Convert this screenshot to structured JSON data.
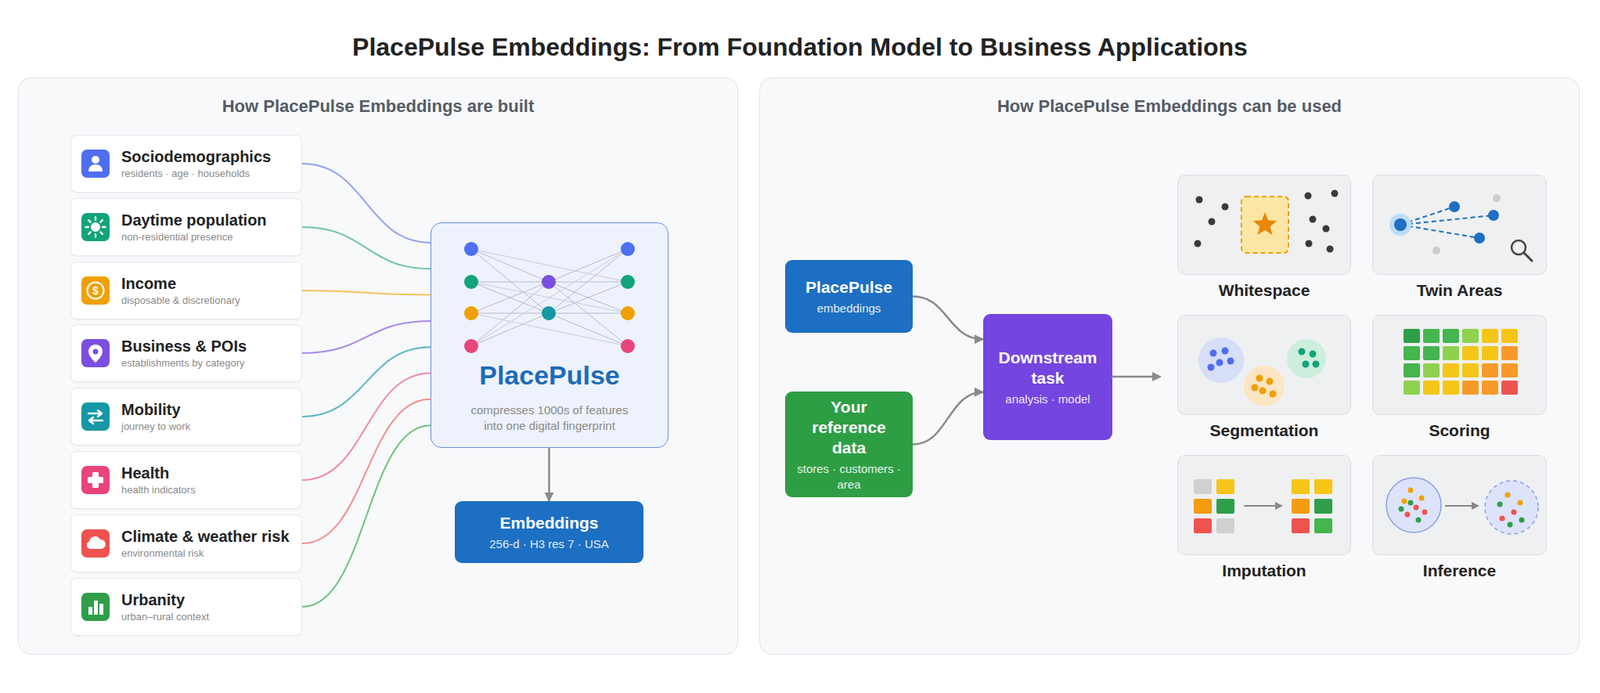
{
  "diagram": {
    "title": "PlacePulse Embeddings: From Foundation Model to Business Applications",
    "nodes": [
      {
        "text": [
          "How PlacePulse Embeddings are built"
        ]
      },
      {
        "text": [
          "Sociodemographics",
          "residents · age · households"
        ],
        "in": 0
      },
      {
        "text": [
          "Daytime population",
          "non-residential presence"
        ],
        "in": 0
      },
      {
        "text": [
          "Income",
          "disposable & discretionary"
        ],
        "in": 0
      },
      {
        "text": [
          "Business & POIs",
          "establishments by category"
        ],
        "in": 0
      },
      {
        "text": [
          "Mobility",
          "journey to work"
        ],
        "in": 0
      },
      {
        "text": [
          "Health",
          "health indicators"
        ],
        "in": 0
      },
      {
        "text": [
          "Climate & weather risk",
          "environmental risk"
        ],
        "in": 0
      },
      {
        "text": [
          "Urbanity",
          "urban–rural context"
        ],
        "in": 0
      },
      {
        "text": [
          "PlacePulse",
          "compresses 1000s of features into one digital fingerprint"
        ],
        "in": 0
      },
      {
        "text": [
          "Embeddings",
          "256-d · H3 res 7 · USA"
        ],
        "in": 0
      },
      {
        "text": [
          "How PlacePulse Embeddings can be used"
        ]
      },
      {
        "text": [
          "PlacePulse",
          "embeddings"
        ],
        "in": 11
      },
      {
        "text": [
          "Your reference data",
          "stores · customers · area"
        ],
        "in": 11
      },
      {
        "text": [
          "Downstream task",
          "analysis · model"
        ],
        "in": 11
      },
      {
        "text": [
          "Whitespace"
        ],
        "in": 11
      },
      {
        "text": [
          "Twin Areas"
        ],
        "in": 11
      },
      {
        "text": [
          "Segmentation"
        ],
        "in": 11
      },
      {
        "text": [
          "Scoring"
        ],
        "in": 11
      },
      {
        "text": [
          "Imputation"
        ],
        "in": 11
      },
      {
        "text": [
          "Inference"
        ],
        "in": 11
      }
    ],
    "edges": [
      {
        "from": 1,
        "to": 9,
        "arrow": "none"
      },
      {
        "from": 2,
        "to": 9,
        "arrow": "none"
      },
      {
        "from": 3,
        "to": 9,
        "arrow": "none"
      },
      {
        "from": 4,
        "to": 9,
        "arrow": "none"
      },
      {
        "from": 5,
        "to": 9,
        "arrow": "none"
      },
      {
        "from": 6,
        "to": 9,
        "arrow": "none"
      },
      {
        "from": 7,
        "to": 9,
        "arrow": "none"
      },
      {
        "from": 8,
        "to": 9,
        "arrow": "none"
      },
      {
        "from": 9,
        "to": 10,
        "arrow": "to"
      },
      {
        "from": 12,
        "to": 14,
        "arrow": "to"
      },
      {
        "from": 13,
        "to": 14,
        "arrow": "to"
      }
    ],
    "labels": [
      "$"
    ]
  }
}
